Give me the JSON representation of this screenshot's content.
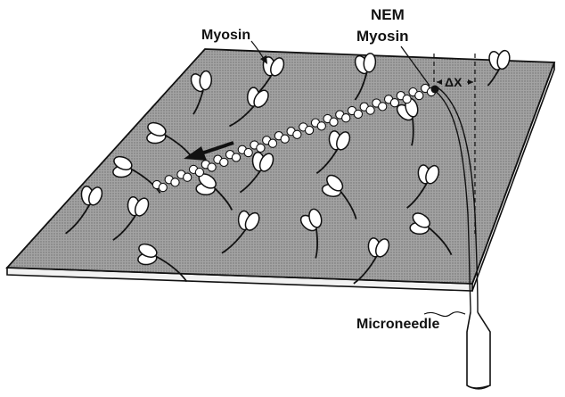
{
  "labels": {
    "myosin": "Myosin",
    "nem_line1": "NEM",
    "nem_line2": "Myosin",
    "delta_x": "ΔX",
    "microneedle": "Microneedle"
  },
  "colors": {
    "surface": "#9a9a9a",
    "surface_edge": "#f2f2f2",
    "ink": "#111111",
    "bead": "#ffffff"
  },
  "icons": {
    "motion_direction": "arrow-left-icon",
    "myosin_molecule": "myosin-head-icon"
  }
}
